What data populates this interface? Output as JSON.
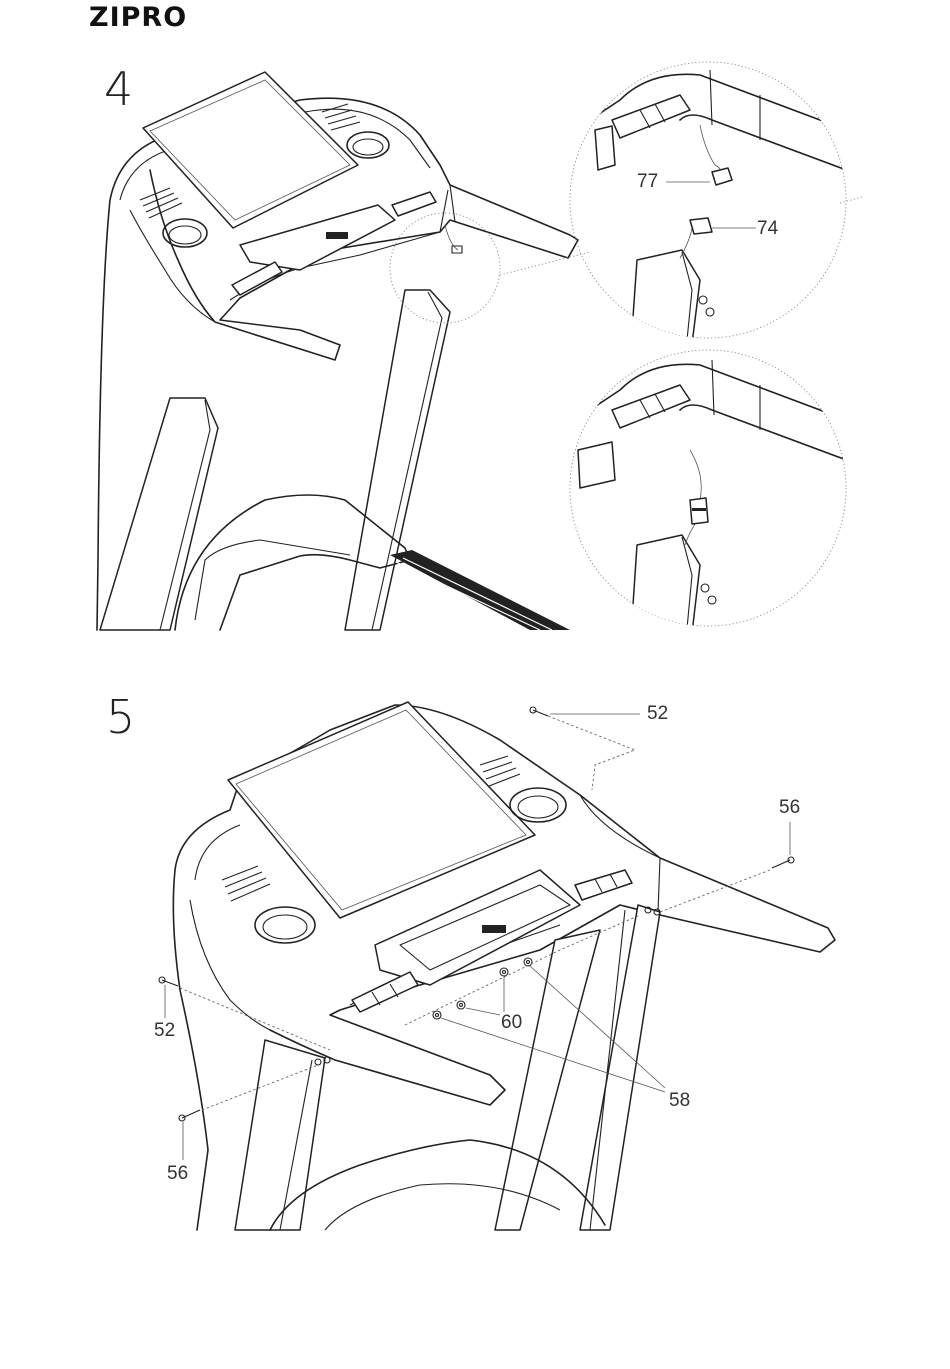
{
  "brand": {
    "logo_text": "ZIPRO"
  },
  "steps": [
    {
      "number": "4",
      "callouts": [
        "77",
        "74"
      ]
    },
    {
      "number": "5",
      "callouts": [
        "52",
        "56",
        "52",
        "60",
        "58",
        "56"
      ]
    }
  ]
}
